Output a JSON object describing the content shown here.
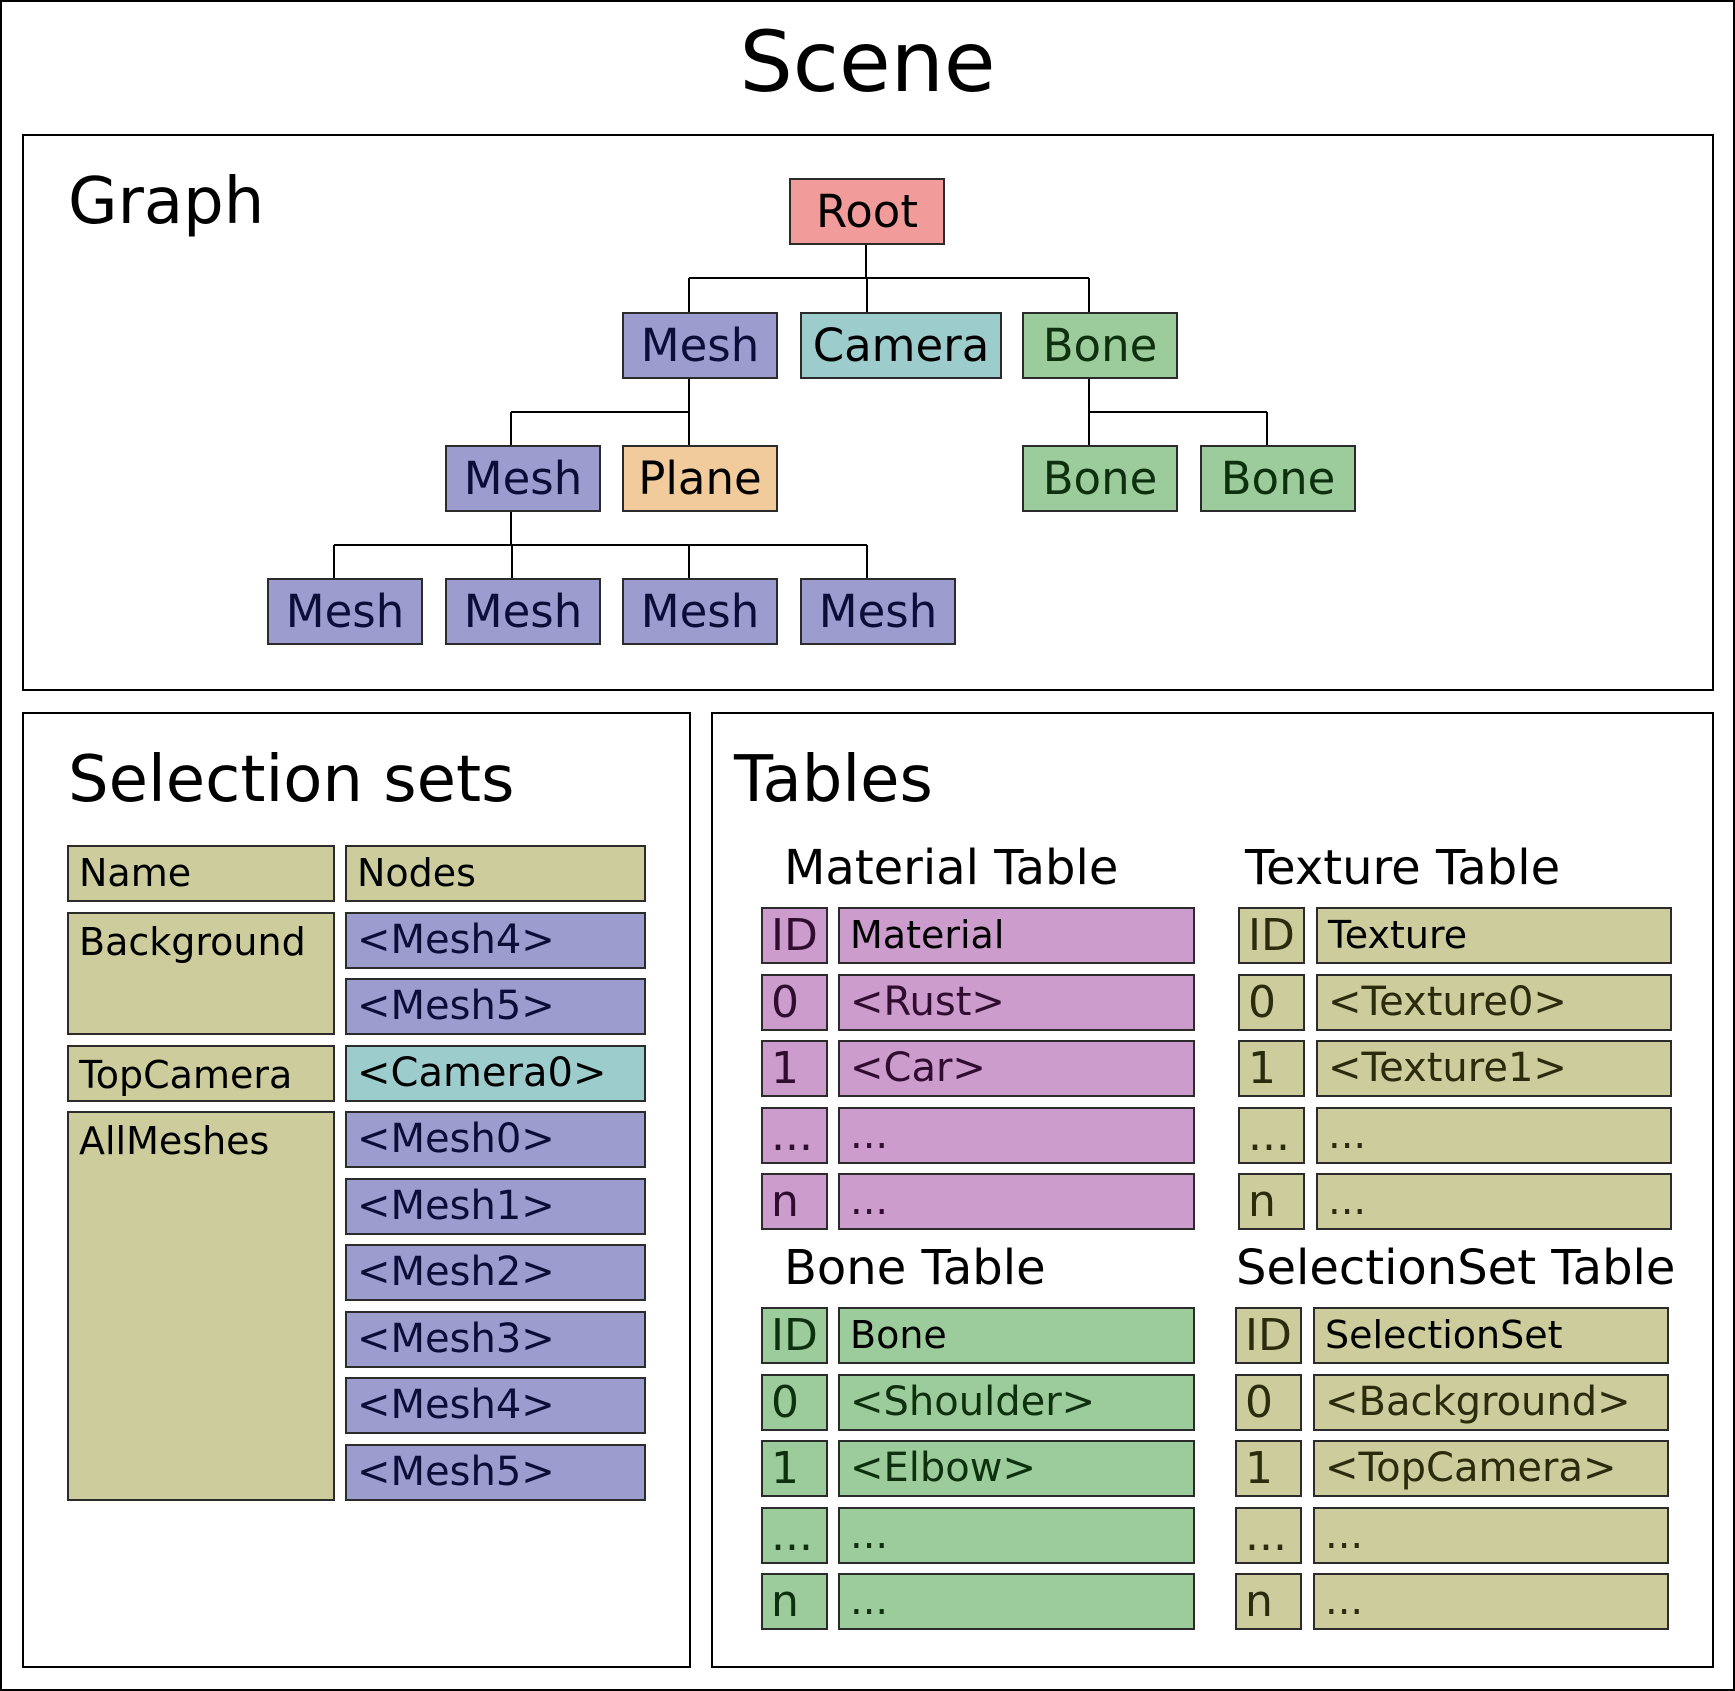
{
  "scene_title": "Scene",
  "colors": {
    "root": "#f29b9b",
    "mesh": "#9c9ccf",
    "camera": "#9ccccc",
    "bone": "#9ccc9c",
    "plane": "#f2cb9c",
    "olive": "#cccc9c",
    "material": "#cc9ccc",
    "text_mesh": "#0d0d3a",
    "text_bone": "#0d300d",
    "text_olive": "#2b2b0d",
    "text_material": "#300d30"
  },
  "graph": {
    "title": "Graph",
    "nodes": [
      {
        "id": "root",
        "label": "Root",
        "kind": "root"
      },
      {
        "id": "mesh-a",
        "label": "Mesh",
        "kind": "mesh"
      },
      {
        "id": "camera",
        "label": "Camera",
        "kind": "camera"
      },
      {
        "id": "bone-a",
        "label": "Bone",
        "kind": "bone"
      },
      {
        "id": "mesh-b",
        "label": "Mesh",
        "kind": "mesh"
      },
      {
        "id": "plane",
        "label": "Plane",
        "kind": "plane"
      },
      {
        "id": "bone-b",
        "label": "Bone",
        "kind": "bone"
      },
      {
        "id": "bone-c",
        "label": "Bone",
        "kind": "bone"
      },
      {
        "id": "mesh-c",
        "label": "Mesh",
        "kind": "mesh"
      },
      {
        "id": "mesh-d",
        "label": "Mesh",
        "kind": "mesh"
      },
      {
        "id": "mesh-e",
        "label": "Mesh",
        "kind": "mesh"
      },
      {
        "id": "mesh-f",
        "label": "Mesh",
        "kind": "mesh"
      }
    ],
    "edges": [
      {
        "from": "root",
        "to": "mesh-a"
      },
      {
        "from": "root",
        "to": "camera"
      },
      {
        "from": "root",
        "to": "bone-a"
      },
      {
        "from": "mesh-a",
        "to": "mesh-b"
      },
      {
        "from": "mesh-a",
        "to": "plane"
      },
      {
        "from": "bone-a",
        "to": "bone-b"
      },
      {
        "from": "bone-a",
        "to": "bone-c"
      },
      {
        "from": "mesh-b",
        "to": "mesh-c"
      },
      {
        "from": "mesh-b",
        "to": "mesh-d"
      },
      {
        "from": "mesh-b",
        "to": "mesh-e"
      },
      {
        "from": "mesh-b",
        "to": "mesh-f"
      }
    ]
  },
  "selection_sets": {
    "title": "Selection sets",
    "header": {
      "name": "Name",
      "nodes": "Nodes"
    },
    "sets": [
      {
        "name": "Background",
        "nodes": [
          {
            "label": "<Mesh4>",
            "kind": "mesh"
          },
          {
            "label": "<Mesh5>",
            "kind": "mesh"
          }
        ]
      },
      {
        "name": "TopCamera",
        "nodes": [
          {
            "label": "<Camera0>",
            "kind": "camera"
          }
        ]
      },
      {
        "name": "AllMeshes",
        "nodes": [
          {
            "label": "<Mesh0>",
            "kind": "mesh"
          },
          {
            "label": "<Mesh1>",
            "kind": "mesh"
          },
          {
            "label": "<Mesh2>",
            "kind": "mesh"
          },
          {
            "label": "<Mesh3>",
            "kind": "mesh"
          },
          {
            "label": "<Mesh4>",
            "kind": "mesh"
          },
          {
            "label": "<Mesh5>",
            "kind": "mesh"
          }
        ]
      }
    ]
  },
  "tables": {
    "title": "Tables",
    "items": [
      {
        "key": "material",
        "title": "Material Table",
        "color": "material",
        "rows": [
          [
            "ID",
            "Material"
          ],
          [
            "0",
            "<Rust>"
          ],
          [
            "1",
            "<Car>"
          ],
          [
            "...",
            "..."
          ],
          [
            "n",
            "..."
          ]
        ]
      },
      {
        "key": "texture",
        "title": "Texture Table",
        "color": "olive",
        "rows": [
          [
            "ID",
            "Texture"
          ],
          [
            "0",
            "<Texture0>"
          ],
          [
            "1",
            "<Texture1>"
          ],
          [
            "...",
            "..."
          ],
          [
            "n",
            "..."
          ]
        ]
      },
      {
        "key": "bone",
        "title": "Bone Table",
        "color": "bone",
        "rows": [
          [
            "ID",
            "Bone"
          ],
          [
            "0",
            "<Shoulder>"
          ],
          [
            "1",
            "<Elbow>"
          ],
          [
            "...",
            "..."
          ],
          [
            "n",
            "..."
          ]
        ]
      },
      {
        "key": "selectionset",
        "title": "SelectionSet Table",
        "color": "olive",
        "rows": [
          [
            "ID",
            "SelectionSet"
          ],
          [
            "0",
            "<Background>"
          ],
          [
            "1",
            "<TopCamera>"
          ],
          [
            "...",
            "..."
          ],
          [
            "n",
            "..."
          ]
        ]
      }
    ]
  }
}
